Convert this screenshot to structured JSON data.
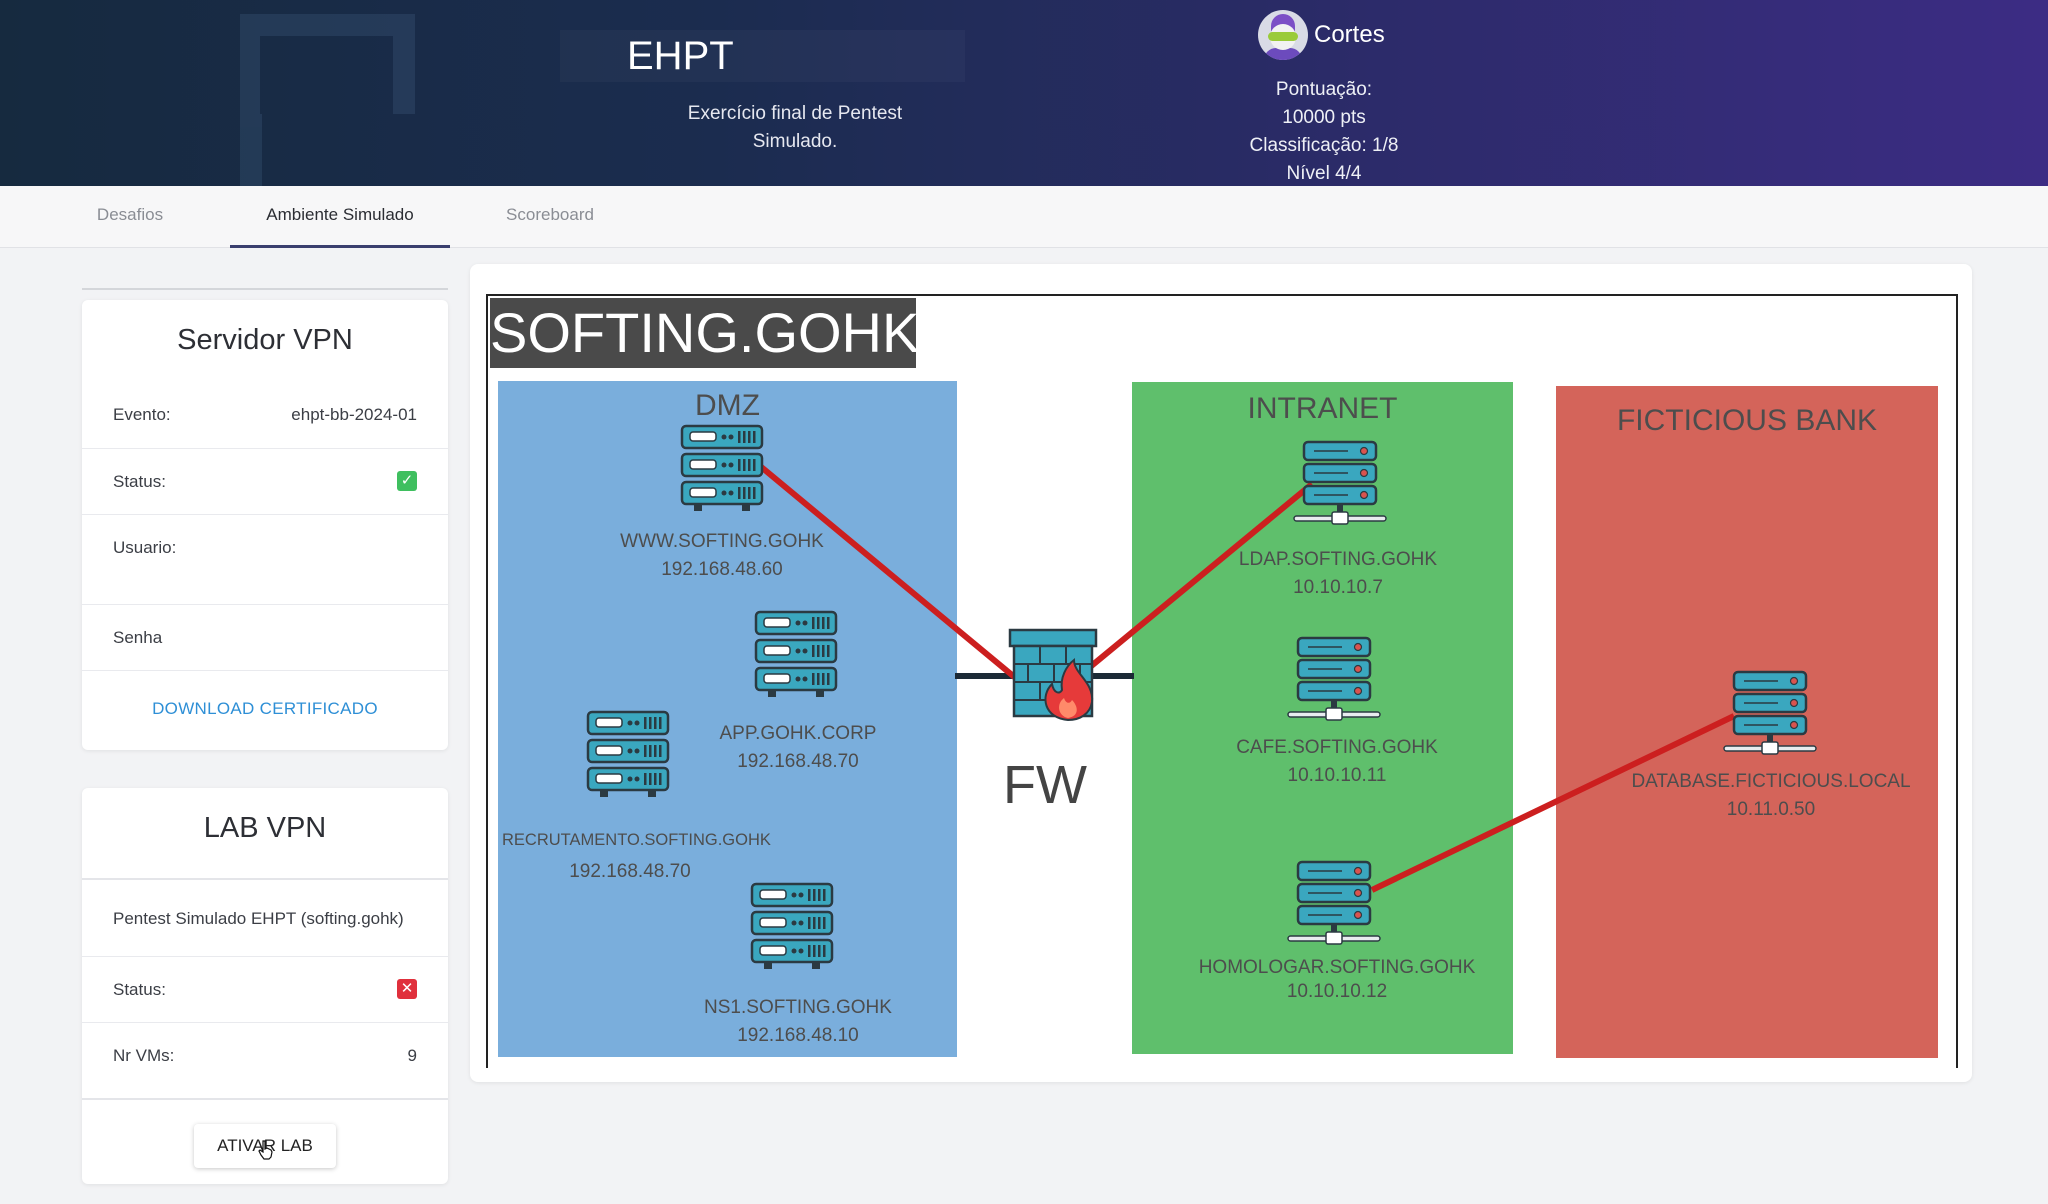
{
  "header": {
    "title": "EHPT",
    "subtitle_line1": "Exercício final de Pentest",
    "subtitle_line2": "Simulado.",
    "user_name": "Cortes",
    "score_label": "Pontuação:",
    "score_value": "10000 pts",
    "rank": "Classificação: 1/8",
    "level": "Nível 4/4"
  },
  "tabs": [
    {
      "label": "Desafios"
    },
    {
      "label": "Ambiente Simulado"
    },
    {
      "label": "Scoreboard"
    }
  ],
  "vpn_server": {
    "title": "Servidor VPN",
    "event_label": "Evento:",
    "event_value": "ehpt-bb-2024-01",
    "status_label": "Status:",
    "status_glyph": "✓",
    "user_label": "Usuario:",
    "password_label": "Senha",
    "download_label": "DOWNLOAD CERTIFICADO"
  },
  "lab_vpn": {
    "title": "LAB VPN",
    "lab_name": "Pentest Simulado EHPT (softing.gohk)",
    "status_label": "Status:",
    "status_glyph": "✕",
    "vms_label": "Nr VMs:",
    "vms_value": "9",
    "activate_label": "ATIVAR LAB"
  },
  "diagram": {
    "title": "SOFTING.GOHK",
    "firewall_label": "FW",
    "zones": {
      "dmz": "DMZ",
      "intranet": "INTRANET",
      "bank": "FICTICIOUS BANK"
    },
    "nodes": {
      "www": {
        "name": "WWW.SOFTING.GOHK",
        "ip": "192.168.48.60"
      },
      "app": {
        "name": "APP.GOHK.CORP",
        "ip": "192.168.48.70"
      },
      "recrutamento": {
        "name": "RECRUTAMENTO.SOFTING.GOHK",
        "ip": "192.168.48.70"
      },
      "ns1": {
        "name": "NS1.SOFTING.GOHK",
        "ip": "192.168.48.10"
      },
      "ldap": {
        "name": "LDAP.SOFTING.GOHK",
        "ip": "10.10.10.7"
      },
      "cafe": {
        "name": "CAFE.SOFTING.GOHK",
        "ip": "10.10.10.11"
      },
      "homologar": {
        "name": "HOMOLOGAR.SOFTING.GOHK",
        "ip": "10.10.10.12"
      },
      "database": {
        "name": "DATABASE.FICTICIOUS.LOCAL",
        "ip": "10.11.0.50"
      }
    },
    "colors": {
      "dmz": "#7aaedc",
      "intranet": "#5fbf6c",
      "bank": "#d4645a",
      "link": "#cc1f1f",
      "server": "#3aa7bf"
    }
  }
}
